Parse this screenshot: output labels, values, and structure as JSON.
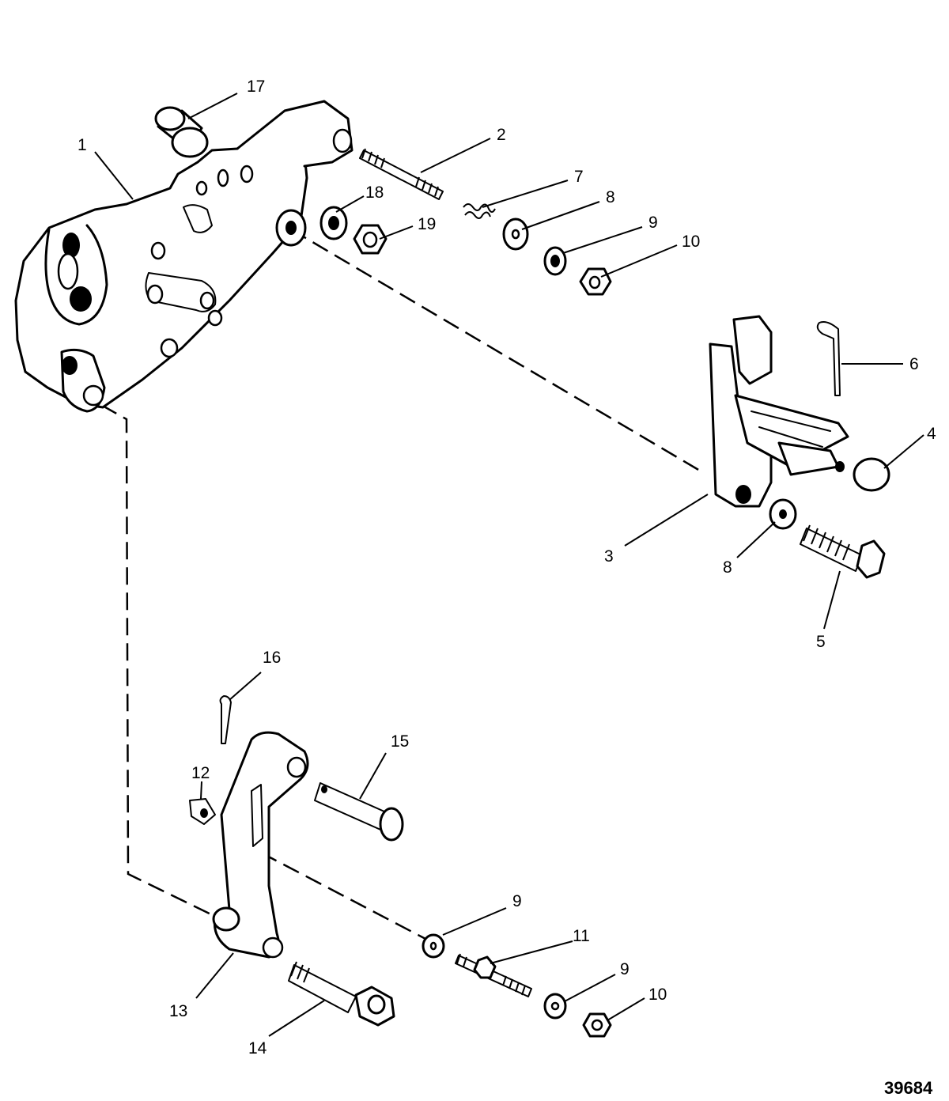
{
  "figure_number": "39684",
  "callouts": {
    "c1": "1",
    "c2": "2",
    "c3": "3",
    "c4": "4",
    "c5": "5",
    "c6": "6",
    "c7": "7",
    "c8a": "8",
    "c8b": "8",
    "c9a": "9",
    "c9b": "9",
    "c9c": "9",
    "c10a": "10",
    "c10b": "10",
    "c11": "11",
    "c12": "12",
    "c13": "13",
    "c14": "14",
    "c15": "15",
    "c16": "16",
    "c17": "17",
    "c18": "18",
    "c19": "19"
  }
}
